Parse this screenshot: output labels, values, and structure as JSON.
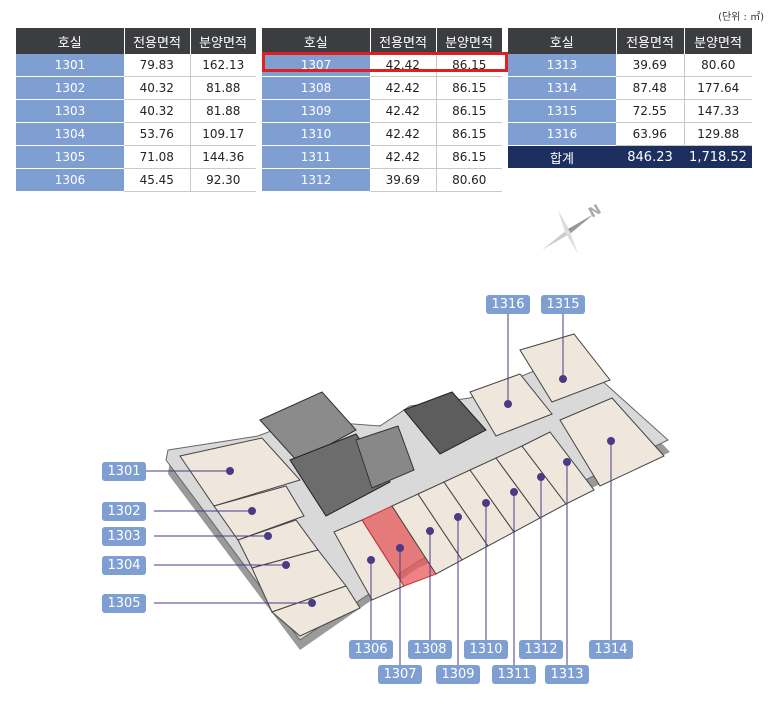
{
  "unit_note": "(단위 : ㎡)",
  "headers": [
    "호실",
    "전용면적",
    "분양면적"
  ],
  "table_col1": [
    {
      "room": "1301",
      "exclusive": "79.83",
      "supply": "162.13"
    },
    {
      "room": "1302",
      "exclusive": "40.32",
      "supply": "81.88"
    },
    {
      "room": "1303",
      "exclusive": "40.32",
      "supply": "81.88"
    },
    {
      "room": "1304",
      "exclusive": "53.76",
      "supply": "109.17"
    },
    {
      "room": "1305",
      "exclusive": "71.08",
      "supply": "144.36"
    },
    {
      "room": "1306",
      "exclusive": "45.45",
      "supply": "92.30"
    }
  ],
  "table_col2": [
    {
      "room": "1307",
      "exclusive": "42.42",
      "supply": "86.15"
    },
    {
      "room": "1308",
      "exclusive": "42.42",
      "supply": "86.15"
    },
    {
      "room": "1309",
      "exclusive": "42.42",
      "supply": "86.15"
    },
    {
      "room": "1310",
      "exclusive": "42.42",
      "supply": "86.15"
    },
    {
      "room": "1311",
      "exclusive": "42.42",
      "supply": "86.15"
    },
    {
      "room": "1312",
      "exclusive": "39.69",
      "supply": "80.60"
    }
  ],
  "table_col3": [
    {
      "room": "1313",
      "exclusive": "39.69",
      "supply": "80.60"
    },
    {
      "room": "1314",
      "exclusive": "87.48",
      "supply": "177.64"
    },
    {
      "room": "1315",
      "exclusive": "72.55",
      "supply": "147.33"
    },
    {
      "room": "1316",
      "exclusive": "63.96",
      "supply": "129.88"
    }
  ],
  "total": {
    "label": "합계",
    "exclusive": "846.23",
    "supply": "1,718.52"
  },
  "highlighted_room": "1307",
  "compass_letter": "N",
  "plan_labels": [
    "1301",
    "1302",
    "1303",
    "1304",
    "1305",
    "1306",
    "1307",
    "1308",
    "1309",
    "1310",
    "1311",
    "1312",
    "1313",
    "1314",
    "1315",
    "1316"
  ],
  "colors": {
    "header": "#3c3d41",
    "room_cell": "#7f9fd3",
    "total_row": "#1d2f5f",
    "highlight": "#e02020",
    "dot": "#4b3a86"
  }
}
